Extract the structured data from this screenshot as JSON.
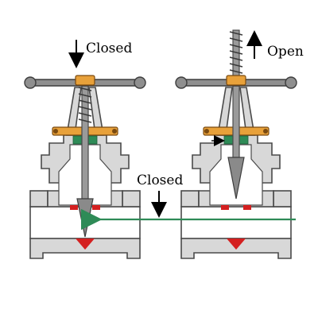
{
  "labels": {
    "left_closed": "Closed",
    "right_open": "Open",
    "middle_closed": "Closed"
  },
  "colors": {
    "body": "#d8d8d8",
    "outline": "#4a4a4a",
    "packing_nut": "#e8a13a",
    "packing": "#2e8b57",
    "seat": "#d42020",
    "flow_arrow": "#2e8b57"
  }
}
